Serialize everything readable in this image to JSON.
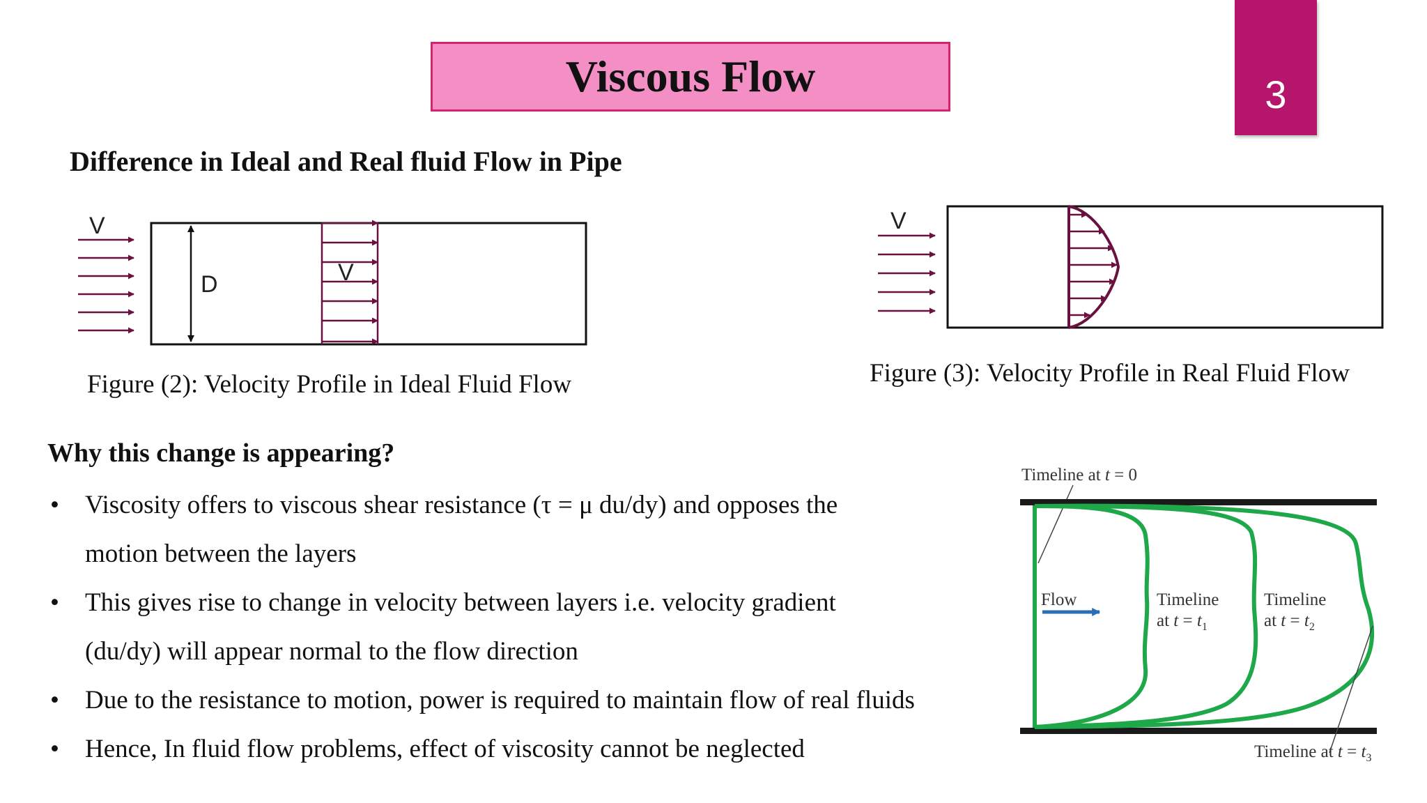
{
  "slide": {
    "title": "Viscous Flow",
    "number": "3",
    "subtitle": "Difference in Ideal and Real fluid Flow in Pipe"
  },
  "figure_ideal": {
    "inlet_label": "V",
    "diameter_label": "D",
    "profile_label": "V",
    "caption": "Figure (2): Velocity Profile in Ideal Fluid Flow"
  },
  "figure_real": {
    "inlet_label": "V",
    "caption": "Figure (3): Velocity Profile in Real Fluid Flow"
  },
  "why": {
    "heading": "Why this change is appearing?",
    "bullet_symbol": "•",
    "bullets": [
      {
        "line1": "Viscosity offers to viscous shear resistance (τ = μ du/dy) and opposes the",
        "line2": "motion between the layers"
      },
      {
        "line1": "This gives rise to change in velocity between layers i.e. velocity gradient",
        "line2": "(du/dy) will appear normal to the flow direction"
      },
      {
        "line1": "Due to the resistance to motion, power is required to maintain flow of real fluids"
      },
      {
        "line1": "Hence, In fluid flow problems, effect of viscosity cannot be neglected"
      }
    ]
  },
  "timeline_figure": {
    "label_t0_prefix": "Timeline at ",
    "label_t0_var": "t",
    "label_t0_suffix": " = 0",
    "flow_label": "Flow",
    "t1_line1": "Timeline",
    "t1_prefix": "at ",
    "t1_var": "t",
    "t1_eq": " = ",
    "t1_value": "t",
    "t1_sub": "1",
    "t2_line1": "Timeline",
    "t2_prefix": "at ",
    "t2_var": "t",
    "t2_eq": " = ",
    "t2_value": "t",
    "t2_sub": "2",
    "t3_prefix": "Timeline at ",
    "t3_var": "t",
    "t3_eq": " = ",
    "t3_value": "t",
    "t3_sub": "3"
  },
  "colors": {
    "title_fill": "#f48fc6",
    "title_border": "#d4246e",
    "slide_tab": "#b5156a",
    "arrow": "#6b1140",
    "timeline_green": "#1fa84a",
    "flow_arrow": "#2a6fb5"
  }
}
